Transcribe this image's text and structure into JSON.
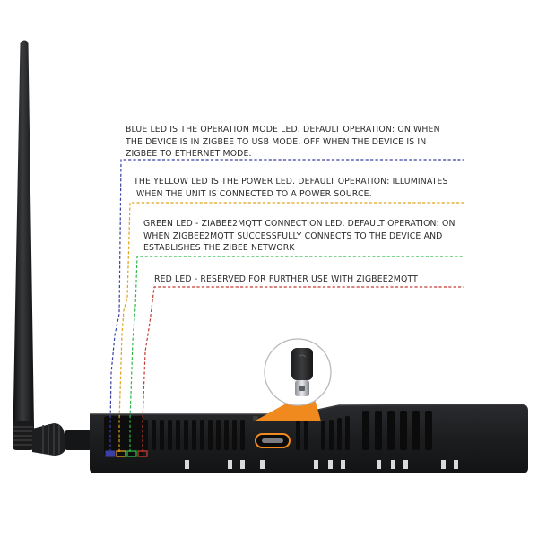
{
  "captions": {
    "blue_led": {
      "line1": "BLUE LED IS THE OPERATION MODE LED. DEFAULT OPERATION: ON WHEN",
      "line2": "THE DEVICE IS IN ZIGBEE TO USB MODE, OFF WHEN THE DEVICE IS IN",
      "line3": "ZIGBEE TO ETHERNET MODE."
    },
    "yellow_led": {
      "line1": "THE YELLOW LED IS THE POWER LED. DEFAULT OPERATION: ILLUMINATES",
      "line2": "WHEN THE UNIT IS CONNECTED TO A POWER SOURCE."
    },
    "green_led": {
      "line1": "GREEN LED - ZIABEE2MQTT CONNECTION LED. DEFAULT OPERATION: ON",
      "line2": "WHEN ZIGBEE2MQTT SUCCESSFULLY CONNECTS TO THE DEVICE AND",
      "line3": "ESTABLISHES THE ZIBEE NETWORK"
    },
    "red_led": {
      "line1": "RED LED - RESERVED FOR FURTHER USE WITH ZIGBEE2MQTT"
    }
  },
  "colors": {
    "blue_led": "#3b3fa6",
    "yellow_led": "#e0a21a",
    "green_led": "#2fb84a",
    "red_led": "#c43a32",
    "device_body": "#1b1c1e",
    "usb_callout": "#f08a1e"
  },
  "icons": {
    "antenna": "antenna-icon",
    "usb_connector": "usb-c-connector-icon",
    "usb_port": "usb-c-port-icon"
  }
}
